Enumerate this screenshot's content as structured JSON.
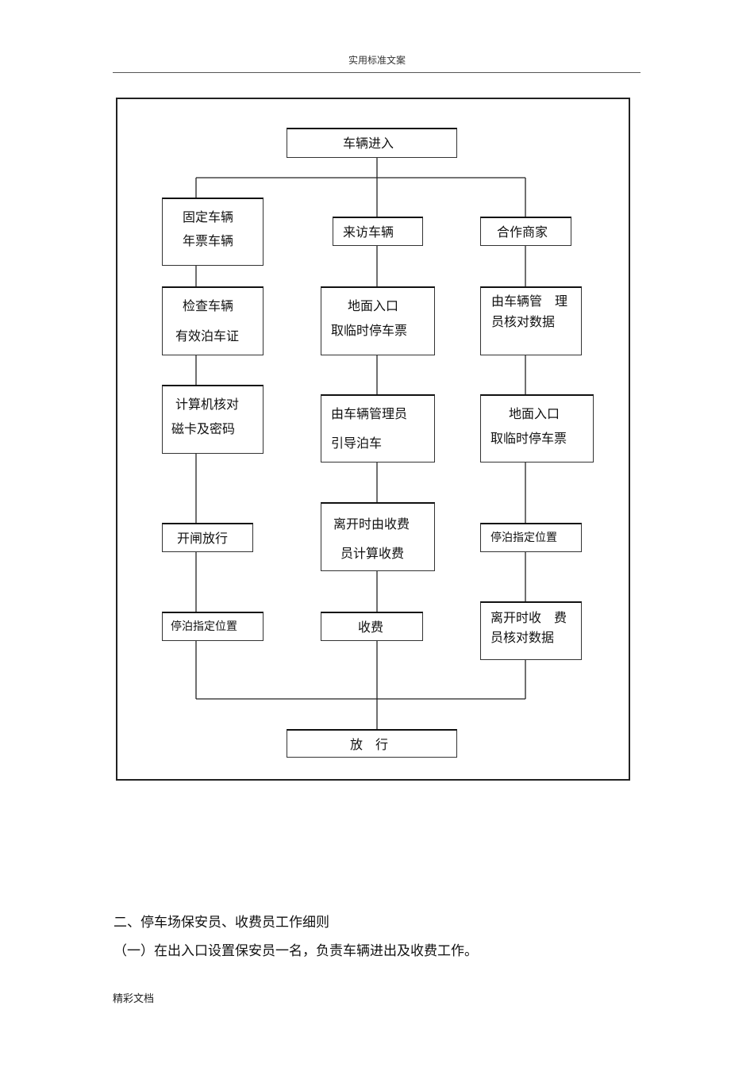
{
  "header": {
    "text": "实用标准文案"
  },
  "flowchart": {
    "start": "车辆进入",
    "columns": [
      {
        "category": [
          "固定车辆",
          "年票车辆"
        ],
        "steps": [
          [
            "检查车辆",
            "有效泊车证"
          ],
          [
            "计算机核对",
            "磁卡及密码"
          ],
          [
            "开闸放行"
          ],
          [
            "停泊指定位置"
          ]
        ]
      },
      {
        "category": [
          "来访车辆"
        ],
        "steps": [
          [
            "地面入口",
            "取临时停车票"
          ],
          [
            "由车辆管理员",
            "引导泊车"
          ],
          [
            "离开时由收费",
            "员计算收费"
          ],
          [
            "收费"
          ]
        ]
      },
      {
        "category": [
          "合作商家"
        ],
        "steps": [
          [
            "由车辆管　理",
            "员核对数据"
          ],
          [
            "地面入口",
            "取临时停车票"
          ],
          [
            "停泊指定位置"
          ],
          [
            "离开时收　费",
            "员核对数据"
          ]
        ]
      }
    ],
    "end": "放　行"
  },
  "body": {
    "section_heading": "二、停车场保安员、收费员工作细则",
    "paragraph_1": "（一）在出入口设置保安员一名，负责车辆进出及收费工作。"
  },
  "footer": {
    "text": "精彩文档"
  }
}
